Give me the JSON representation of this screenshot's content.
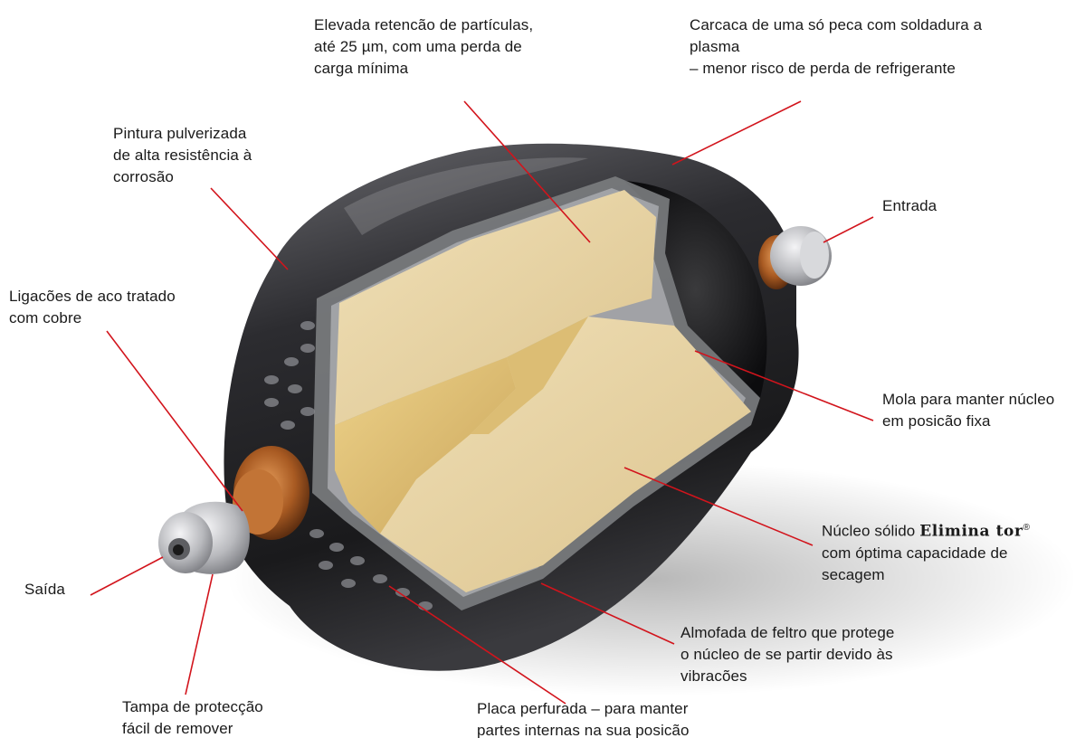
{
  "labels": {
    "retencao": {
      "lines": [
        "Elevada retencão de partículas,",
        "até 25 µm, com uma perda de",
        "carga mínima"
      ]
    },
    "carcaca": {
      "lines": [
        "Carcaca de uma só peca com soldadura a",
        "plasma",
        "– menor risco de perda de refrigerante"
      ]
    },
    "pintura": {
      "lines": [
        "Pintura pulverizada",
        "de alta resistência à",
        "corrosão"
      ]
    },
    "entrada": {
      "lines": [
        "Entrada"
      ]
    },
    "ligacoes": {
      "lines": [
        "Ligacões de aco tratado",
        "com cobre"
      ]
    },
    "mola": {
      "lines": [
        "Mola para manter núcleo",
        "em posicão fixa"
      ]
    },
    "nucleo": {
      "prefix": "Núcleo sólido ",
      "brand": "Elimina tor",
      "reg": "®",
      "lines": [
        "com óptima capacidade de",
        "secagem"
      ]
    },
    "saida": {
      "lines": [
        "Saída"
      ]
    },
    "almofada": {
      "lines": [
        "Almofada de feltro que protege",
        "o núcleo de se partir devido às",
        "vibracões"
      ]
    },
    "tampa": {
      "lines": [
        "Tampa de protecção",
        "fácil de remover"
      ]
    },
    "placa": {
      "lines": [
        "Placa perfurada – para manter",
        "partes internas na sua posicão"
      ]
    }
  },
  "colors": {
    "leader_line": "#d2141c",
    "shell_dark": "#1e1e20",
    "shell_mid": "#4a4a4e",
    "core_sand": "#e6d2a4",
    "core_yellow": "#e2c36a",
    "copper": "#b86a2c",
    "metal": "#c9cacd"
  }
}
